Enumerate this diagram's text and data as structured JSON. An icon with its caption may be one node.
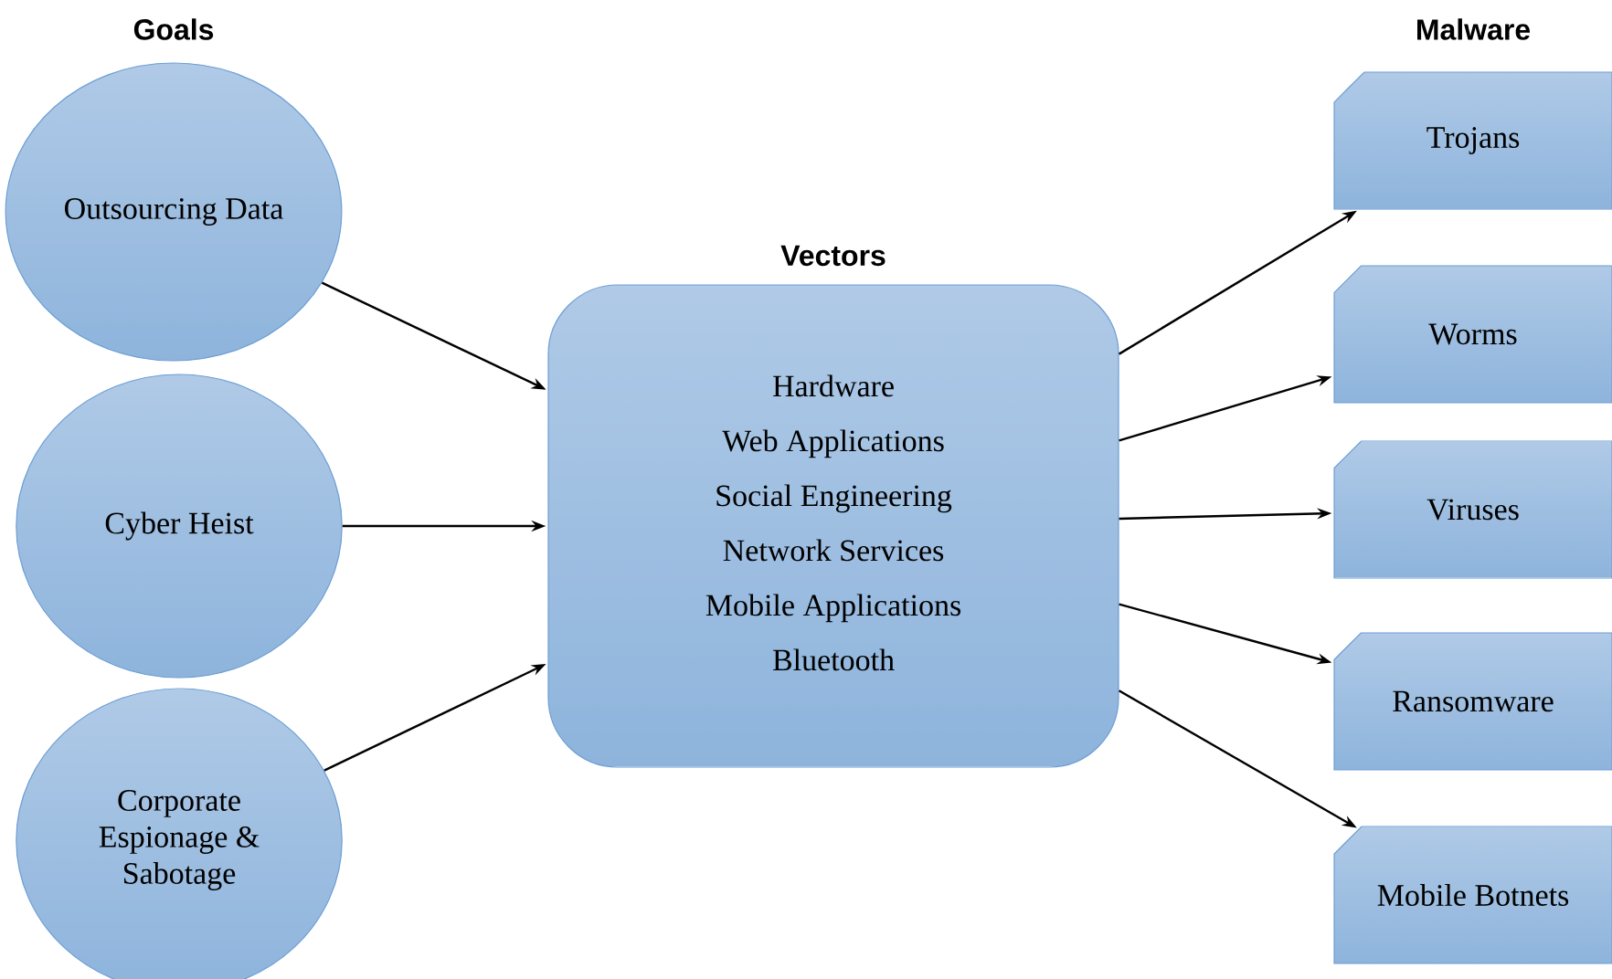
{
  "diagram": {
    "nodes": [
      {
        "text": [
          "Outsourcing Data"
        ]
      },
      {
        "text": [
          "Cyber Heist"
        ]
      },
      {
        "text": [
          "Corporate Espionage & Sabotage"
        ]
      },
      {
        "text": [
          "Vectors",
          "Hardware",
          "Web Applications",
          "Social Engineering",
          "Network Services",
          "Mobile Applications",
          "Bluetooth"
        ]
      },
      {
        "text": [
          "Trojans"
        ]
      },
      {
        "text": [
          "Worms"
        ]
      },
      {
        "text": [
          "Viruses"
        ]
      },
      {
        "text": [
          "Ransomware"
        ]
      },
      {
        "text": [
          "Mobile Botnets"
        ]
      }
    ],
    "edges": [
      {
        "from": 0,
        "to": 3,
        "arrow": "to"
      },
      {
        "from": 1,
        "to": 3,
        "arrow": "to"
      },
      {
        "from": 2,
        "to": 3,
        "arrow": "to"
      },
      {
        "from": 3,
        "to": 4,
        "arrow": "to"
      },
      {
        "from": 3,
        "to": 5,
        "arrow": "to"
      },
      {
        "from": 3,
        "to": 6,
        "arrow": "to"
      },
      {
        "from": 3,
        "to": 7,
        "arrow": "to"
      },
      {
        "from": 3,
        "to": 8,
        "arrow": "to"
      }
    ],
    "labels": [
      "Goals",
      "Malware"
    ]
  }
}
